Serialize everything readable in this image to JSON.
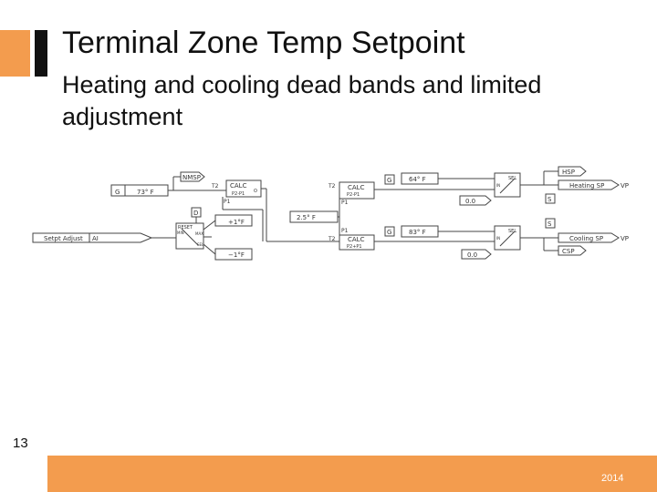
{
  "slide": {
    "title": "Terminal Zone Temp Setpoint",
    "subtitle": "Heating and cooling dead bands and limited adjustment",
    "page_number": "13",
    "year": "2014"
  },
  "diagram": {
    "nmsp": "NMSP",
    "calc": "CALC",
    "p2p1": "P2-P1",
    "p2_plus_p1": "P2+P1",
    "t2": "T2",
    "p1": "P1",
    "p2": "P2",
    "o_port": "O",
    "val_73": "73° F",
    "val_25": "2.5° F",
    "val_64": "64° F",
    "val_83": "83° F",
    "val_plus1": "+1°F",
    "val_minus1": "−1°F",
    "val_zero_a": "0.0",
    "val_zero_b": "0.0",
    "setpt_adjust": "Setpt Adjust",
    "ai": "AI",
    "reset": "RESET",
    "min": "MIN",
    "max": "MAX",
    "sel": "SEL",
    "in": "IN",
    "sp_a": "SP",
    "sp_b": "SP",
    "hsp": "HSP",
    "csp": "CSP",
    "heating_sp": "Heating SP",
    "cooling_sp": "Cooling SP",
    "vp": "VP",
    "pin_g": "G",
    "pin_d": "D",
    "pin_s": "S"
  }
}
